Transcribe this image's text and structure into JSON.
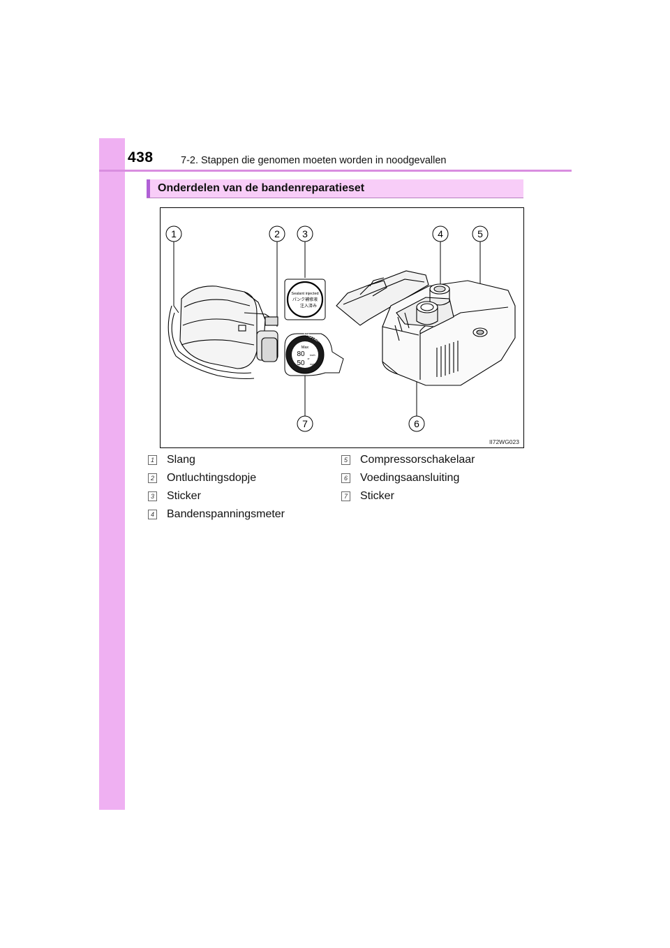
{
  "header": {
    "page_number": "438",
    "chapter": "7-2. Stappen die genomen moeten worden in noodgevallen"
  },
  "section": {
    "title": "Onderdelen van de bandenreparatieset"
  },
  "figure": {
    "code": "II72WG023",
    "callouts": [
      "1",
      "2",
      "3",
      "4",
      "5",
      "6",
      "7"
    ],
    "sticker_sealant": {
      "line1": "Sealant injected",
      "line2": "パンク補修液",
      "line3": "注入済み"
    },
    "sticker_caution": {
      "ring_text": "CAUTION",
      "max": "Max",
      "speed1": "80",
      "unit1": "km/h",
      "or": "or",
      "speed2": "50",
      "unit2": "mph"
    }
  },
  "legend": [
    {
      "num": "1",
      "label": "Slang"
    },
    {
      "num": "2",
      "label": "Ontluchtingsdopje"
    },
    {
      "num": "3",
      "label": "Sticker"
    },
    {
      "num": "4",
      "label": "Bandenspanningsmeter"
    },
    {
      "num": "5",
      "label": "Compressorschakelaar"
    },
    {
      "num": "6",
      "label": "Voedingsaansluiting"
    },
    {
      "num": "7",
      "label": "Sticker"
    }
  ],
  "colors": {
    "sidebar": "#efb0f2",
    "heading_bg": "#f8cdf8",
    "heading_accent": "#b060d6"
  }
}
